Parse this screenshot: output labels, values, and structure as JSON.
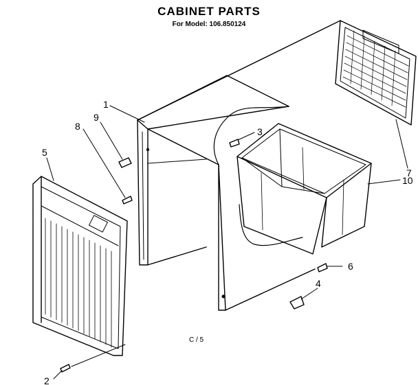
{
  "title": "CABINET PARTS",
  "subtitle": "For Model: 106.850124",
  "callouts": [
    "1",
    "2",
    "3",
    "4",
    "5",
    "6",
    "7",
    "8",
    "9",
    "10"
  ],
  "footer": "C / 5"
}
